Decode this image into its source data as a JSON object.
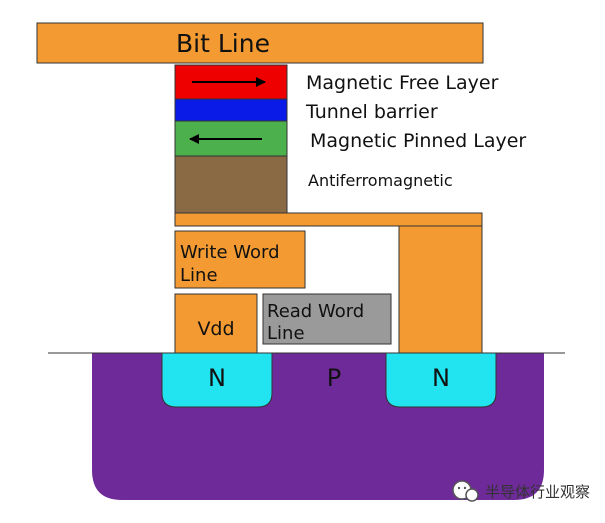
{
  "colors": {
    "orange": "#F39B32",
    "free_layer": "#EE0000",
    "tunnel_barrier": "#0A1BE8",
    "pinned_layer": "#4CB04C",
    "antiferromagnetic": "#8A6A45",
    "gray_block": "#9A9A9A",
    "n_region": "#22E3F0",
    "p_substrate": "#6F2A99",
    "outline": "#333333"
  },
  "bit_line": {
    "label": "Bit Line"
  },
  "layers": {
    "free": {
      "label": "Magnetic Free Layer",
      "arrow_direction": "right"
    },
    "tunnel": {
      "label": "Tunnel barrier"
    },
    "pinned": {
      "label": "Magnetic Pinned Layer",
      "arrow_direction": "left"
    },
    "antiferro": {
      "label": "Antiferromagnetic"
    }
  },
  "write_word_line": {
    "line1": "Write Word",
    "line2": "Line"
  },
  "vdd": {
    "label": "Vdd"
  },
  "read_word_line": {
    "line1": "Read Word",
    "line2": "Line"
  },
  "substrate": {
    "p_label": "P",
    "n_left_label": "N",
    "n_right_label": "N"
  },
  "watermark": {
    "icon": "wechat-icon",
    "text": "半导体行业观察"
  }
}
